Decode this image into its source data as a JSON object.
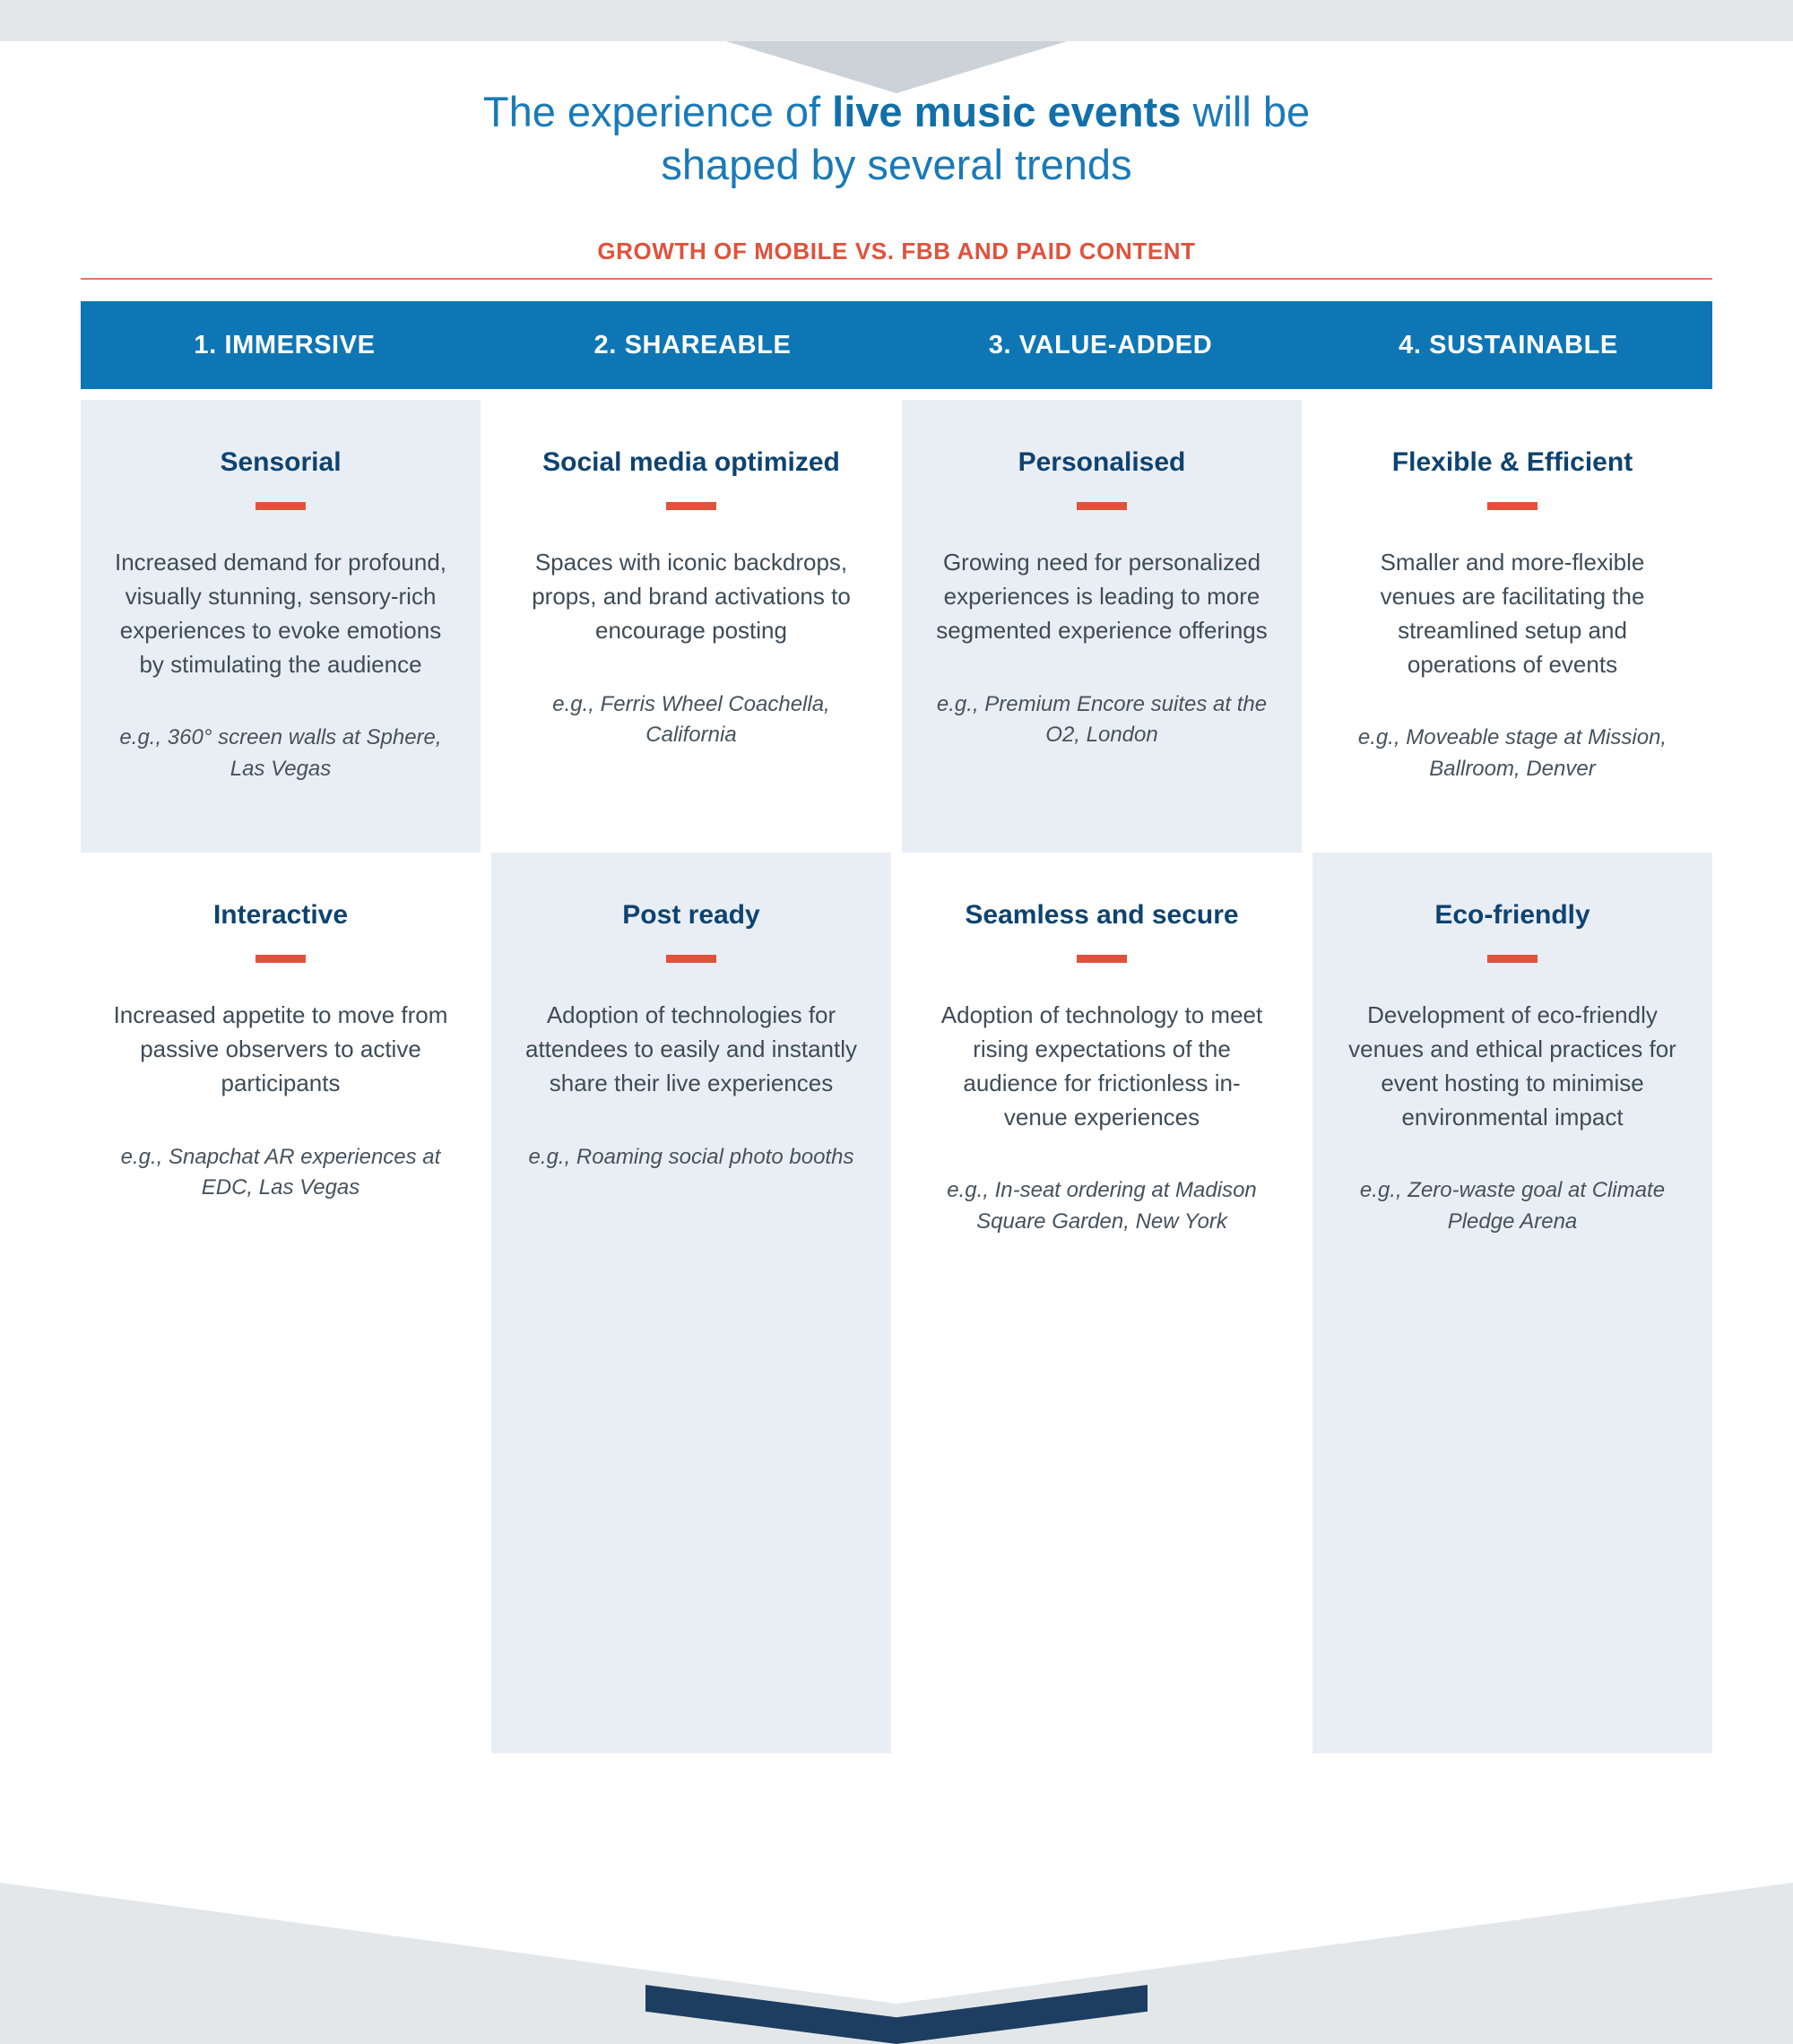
{
  "title": {
    "line1_pre": "The experience of ",
    "line1_bold": "live music events",
    "line1_post": " will be",
    "line2": "shaped by several trends"
  },
  "subtitle": "GROWTH OF MOBILE VS. FBB AND PAID CONTENT",
  "colors": {
    "title_blue": "#1a7ab8",
    "header_bar_blue": "#0e76b4",
    "accent_red": "#e0523c",
    "heading_navy": "#0e4370",
    "body_text": "#3e4c57",
    "card_tint": "#e9eef5",
    "band_gray": "#e4e7ea",
    "bottom_navy": "#1d3e60"
  },
  "columns": [
    {
      "header": "1. IMMERSIVE",
      "cards": [
        {
          "title": "Sensorial",
          "body": "Increased demand for profound, visually stunning, sensory-rich experiences to evoke emotions by stimulating the audience",
          "example": "e.g., 360° screen walls at Sphere, Las Vegas"
        },
        {
          "title": "Interactive",
          "body": "Increased appetite to move from passive observers to active participants",
          "example": "e.g., Snapchat AR experiences at EDC, Las Vegas"
        }
      ]
    },
    {
      "header": "2. SHAREABLE",
      "cards": [
        {
          "title": "Social media optimized",
          "body": "Spaces with iconic backdrops, props, and brand activations to encourage posting",
          "example": "e.g., Ferris Wheel Coachella, California"
        },
        {
          "title": "Post ready",
          "body": "Adoption of technologies for attendees to easily and instantly share their live experiences",
          "example": "e.g., Roaming social photo booths"
        }
      ]
    },
    {
      "header": "3. VALUE-ADDED",
      "cards": [
        {
          "title": "Personalised",
          "body": "Growing need for personalized experiences is leading to more segmented experience offerings",
          "example": "e.g., Premium Encore suites at the O2, London"
        },
        {
          "title": "Seamless and secure",
          "body": "Adoption of technology to meet rising expectations of the audience for frictionless in-venue experiences",
          "example": "e.g., In-seat ordering at Madison Square Garden, New York"
        }
      ]
    },
    {
      "header": "4. SUSTAINABLE",
      "cards": [
        {
          "title": "Flexible & Efficient",
          "body": "Smaller and more-flexible venues are facilitating the streamlined setup and operations of events",
          "example": "e.g., Moveable stage at Mission, Ballroom, Denver"
        },
        {
          "title": "Eco-friendly",
          "body": "Development of eco-friendly venues and ethical practices for event hosting to minimise environmental impact",
          "example": "e.g., Zero-waste goal at Climate Pledge Arena"
        }
      ]
    }
  ]
}
